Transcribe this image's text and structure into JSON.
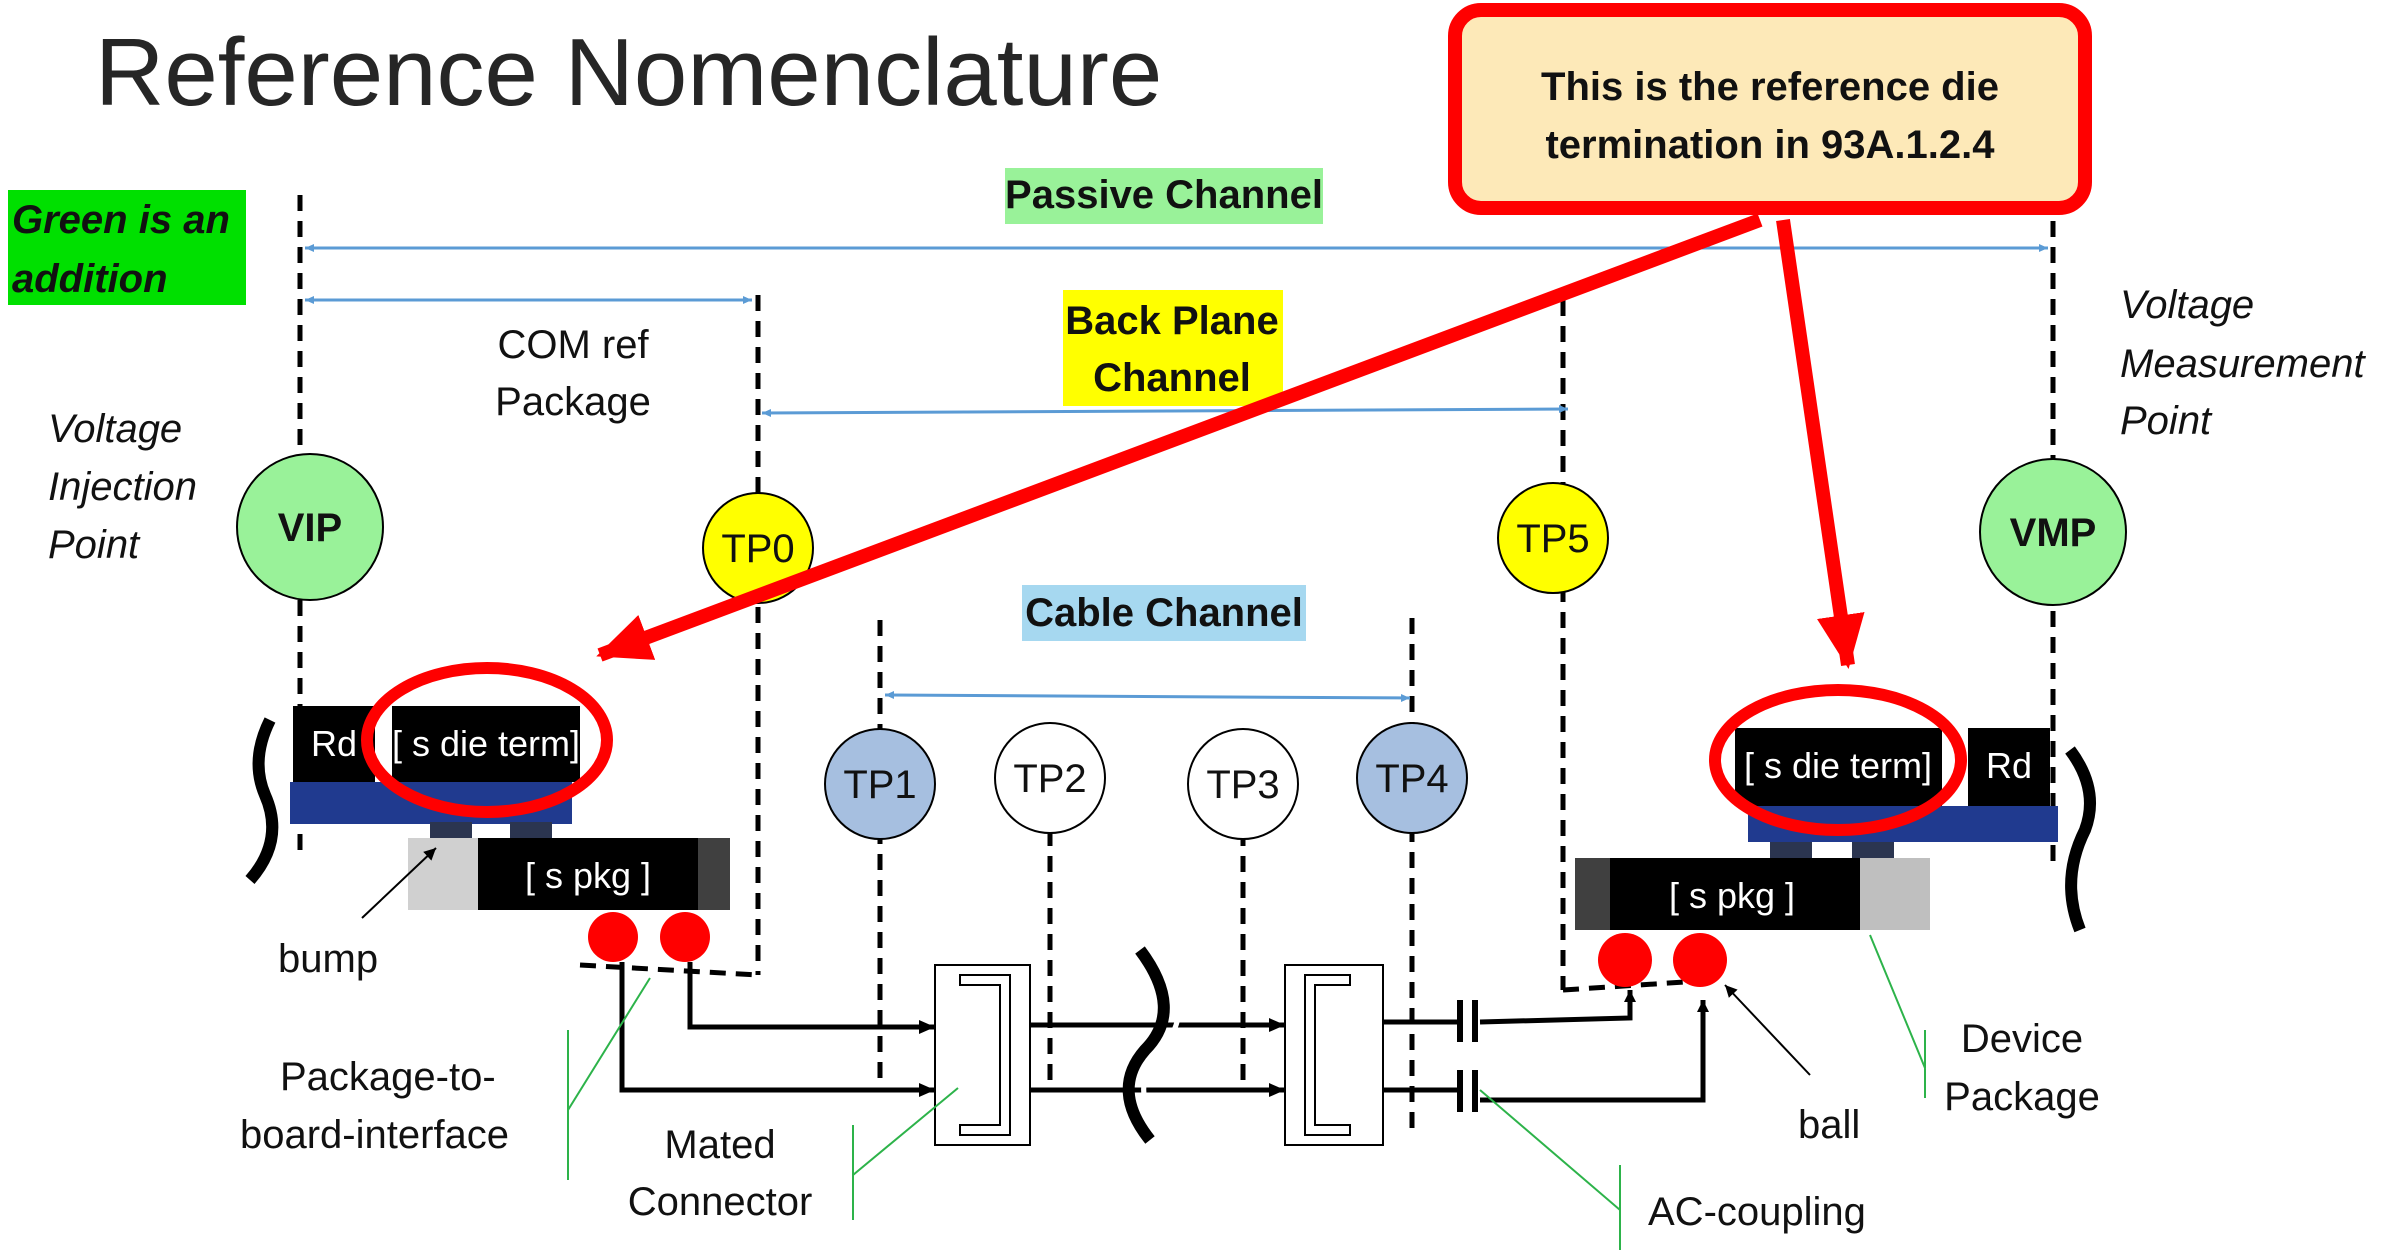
{
  "title": "Reference Nomenclature",
  "callout": {
    "line1": "This is the reference die",
    "line2": "termination in 93A.1.2.4"
  },
  "green_note": {
    "line1": "Green is an",
    "line2": "addition"
  },
  "channels": {
    "passive": "Passive Channel",
    "backplane_line1": "Back Plane",
    "backplane_line2": "Channel",
    "cable": "Cable Channel"
  },
  "com_ref": {
    "line1": "COM ref",
    "line2": "Package"
  },
  "vip_label": {
    "line1": "Voltage",
    "line2": "Injection",
    "line3": "Point"
  },
  "vmp_label": {
    "line1": "Voltage",
    "line2": "Measurement",
    "line3": "Point"
  },
  "nodes": {
    "vip": "VIP",
    "vmp": "VMP",
    "tp0": "TP0",
    "tp1": "TP1",
    "tp2": "TP2",
    "tp3": "TP3",
    "tp4": "TP4",
    "tp5": "TP5"
  },
  "blocks": {
    "rd_left": "Rd",
    "die_term_left": "[ s die term]",
    "rd_right": "Rd",
    "die_term_right": "[ s die term]",
    "pkg_left": "[ s pkg ]",
    "pkg_right": "[ s pkg ]"
  },
  "labels": {
    "bump": "bump",
    "pkg_board_line1": "Package-to-",
    "pkg_board_line2": "board-interface",
    "mated_line1": "Mated",
    "mated_line2": "Connector",
    "ac_coupling": "AC-coupling",
    "ball": "ball",
    "device_line1": "Device",
    "device_line2": "Package"
  },
  "colors": {
    "green_fill": "#99f299",
    "yellow_fill": "#ffff00",
    "blue_fill": "#a6bfe0",
    "red": "#ff0000",
    "callout_fill": "#fde9b8",
    "bright_green": "#00e000",
    "arrow_blue": "#5b9bd5"
  }
}
